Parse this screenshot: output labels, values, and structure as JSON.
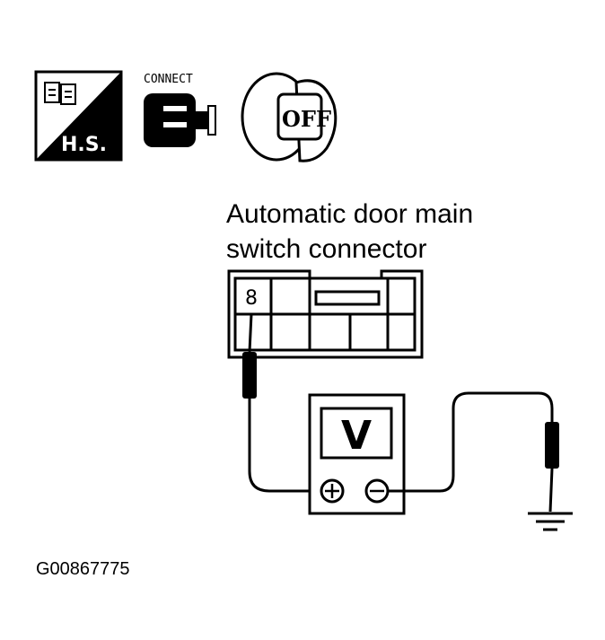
{
  "icons": {
    "hs_label": "H.S.",
    "connect_label": "CONNECT",
    "off_label": "OFF"
  },
  "connector": {
    "title_line1": "Automatic door main",
    "title_line2": "switch connector",
    "pin_label": "8"
  },
  "meter": {
    "symbol": "V",
    "plus": "+",
    "minus": "−"
  },
  "figure_code": "G00867775"
}
